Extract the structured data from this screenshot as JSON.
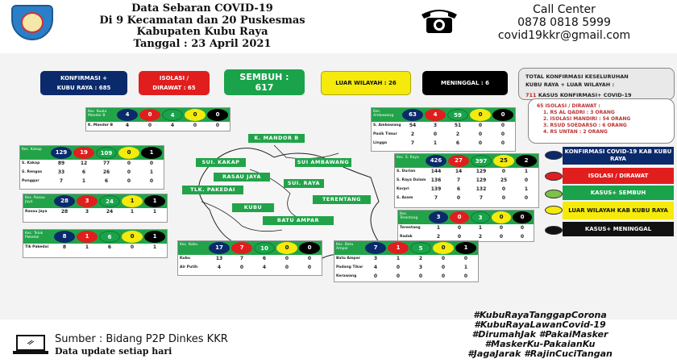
{
  "header": {
    "title_lines": [
      "Data Sebaran COVID-19",
      "Di 9 Kecamatan dan 20 Puskesmas",
      "Kabupaten Kubu Raya",
      "Tanggal : 23 April 2021"
    ],
    "call_center": {
      "label": "Call Center",
      "phone": "0878 0818 5999",
      "email": "covid19kkr@gmail.com"
    }
  },
  "summary": {
    "konfirmasi": {
      "line1": "KONFIRMASI +",
      "line2": "KUBU RAYA : 685",
      "color": "#0b2a6b"
    },
    "isolasi": {
      "line1": "ISOLASI /",
      "line2": "DIRAWAT : 65",
      "color": "#e01e1e"
    },
    "sembuh": {
      "line1": "SEMBUH :",
      "line2": "617",
      "color": "#1aa34a"
    },
    "luar": {
      "label": "LUAR WILAYAH : 26",
      "color": "#f5ea0c"
    },
    "meninggal": {
      "label": "MENINGGAL : 6",
      "color": "#000000"
    }
  },
  "total": {
    "line1": "TOTAL KONFIRMASI KESELURUHAN",
    "line2": "KUBU RAYA + LUAR WILAYAH :",
    "count": "711",
    "line3": "KASUS KONFIRMASI+ COVID-19"
  },
  "isolasi_detail": {
    "title": "65 ISOLASI / DIRAWAT :",
    "items": [
      "1.  RS AL QADRI : 3 ORANG",
      "2.  ISOLASI MANDIRI : 54 ORANG",
      "3.  RSUD SOEDARSO : 6 ORANG",
      "4.  RS UNTAN : 2 ORANG"
    ]
  },
  "legend": [
    {
      "label": "KONFIRMASI COVID-19 KAB KUBU RAYA",
      "color": "#0b2a6b",
      "dot": "#0b2a6b"
    },
    {
      "label": "ISOLASI / DIRAWAT",
      "color": "#e01e1e",
      "dot": "#e01e1e"
    },
    {
      "label": "KASUS+ SEMBUH",
      "color": "#1aa34a",
      "dot": "#7cc24a"
    },
    {
      "label": "LUAR WILAYAH KAB KUBU RAYA",
      "color": "#f5ea0c",
      "dot": "#f5ea0c"
    },
    {
      "label": "KASUS+ MENINGGAL",
      "color": "#111111",
      "dot": "#111111"
    }
  ],
  "kecamatan": [
    {
      "name": "Kec. Kuala Mandor B",
      "totals": [
        "4",
        "0",
        "4",
        "0",
        "0"
      ],
      "rows": [
        {
          "name": "K. Mandor B",
          "v": [
            "4",
            "0",
            "4",
            "0",
            "0"
          ]
        }
      ]
    },
    {
      "name": "Kec. Ambawang",
      "totals": [
        "63",
        "4",
        "59",
        "0",
        "0"
      ],
      "rows": [
        {
          "name": "S. Ambawang",
          "v": [
            "54",
            "3",
            "51",
            "0",
            "0"
          ]
        },
        {
          "name": "Pasik Timur",
          "v": [
            "2",
            "0",
            "2",
            "0",
            "0"
          ]
        },
        {
          "name": "Lingga",
          "v": [
            "7",
            "1",
            "6",
            "0",
            "0"
          ]
        }
      ]
    },
    {
      "name": "Kec. Kakap",
      "totals": [
        "129",
        "19",
        "109",
        "0",
        "1"
      ],
      "rows": [
        {
          "name": "S. Kakap",
          "v": [
            "89",
            "12",
            "77",
            "0",
            "0"
          ]
        },
        {
          "name": "S. Rengas",
          "v": [
            "33",
            "6",
            "26",
            "0",
            "1"
          ]
        },
        {
          "name": "Punggur",
          "v": [
            "7",
            "1",
            "6",
            "0",
            "0"
          ]
        }
      ]
    },
    {
      "name": "Kec. S. Raya",
      "totals": [
        "426",
        "27",
        "397",
        "25",
        "2"
      ],
      "rows": [
        {
          "name": "S. Durian",
          "v": [
            "144",
            "14",
            "129",
            "0",
            "1"
          ]
        },
        {
          "name": "S. Raya Dalam",
          "v": [
            "136",
            "7",
            "129",
            "25",
            "0"
          ]
        },
        {
          "name": "Korpri",
          "v": [
            "139",
            "6",
            "132",
            "0",
            "1"
          ]
        },
        {
          "name": "S. Asam",
          "v": [
            "7",
            "0",
            "7",
            "0",
            "0"
          ]
        }
      ]
    },
    {
      "name": "Kec. Rasau Jaya",
      "totals": [
        "28",
        "3",
        "24",
        "1",
        "1"
      ],
      "rows": [
        {
          "name": "Rasau Jaya",
          "v": [
            "28",
            "3",
            "24",
            "1",
            "1"
          ]
        }
      ]
    },
    {
      "name": "Kec. Terentang",
      "totals": [
        "3",
        "0",
        "3",
        "0",
        "0"
      ],
      "rows": [
        {
          "name": "Terentang",
          "v": [
            "1",
            "0",
            "1",
            "0",
            "0"
          ]
        },
        {
          "name": "Radak",
          "v": [
            "2",
            "0",
            "2",
            "0",
            "0"
          ]
        }
      ]
    },
    {
      "name": "Kec. Teluk Pakedai",
      "totals": [
        "8",
        "1",
        "6",
        "0",
        "1"
      ],
      "rows": [
        {
          "name": "Tlk Pakedai",
          "v": [
            "8",
            "1",
            "6",
            "0",
            "1"
          ]
        }
      ]
    },
    {
      "name": "Kec. Kubu",
      "totals": [
        "17",
        "7",
        "10",
        "0",
        "0"
      ],
      "rows": [
        {
          "name": "Kubu",
          "v": [
            "13",
            "7",
            "6",
            "0",
            "0"
          ]
        },
        {
          "name": "Air Putih",
          "v": [
            "4",
            "0",
            "4",
            "0",
            "0"
          ]
        }
      ]
    },
    {
      "name": "Kec. Batu Ampar",
      "totals": [
        "7",
        "1",
        "5",
        "0",
        "1"
      ],
      "rows": [
        {
          "name": "Batu Ampar",
          "v": [
            "3",
            "1",
            "2",
            "0",
            "0"
          ]
        },
        {
          "name": "Padang Tikar",
          "v": [
            "4",
            "0",
            "3",
            "0",
            "1"
          ]
        },
        {
          "name": "Kerawang",
          "v": [
            "0",
            "0",
            "0",
            "0",
            "0"
          ]
        }
      ]
    }
  ],
  "map_labels": [
    "K. MANDOR B",
    "SUI. KAKAP",
    "SUI AMBAWANG",
    "RASAU JAYA",
    "SUI. RAYA",
    "TLK. PAKEDAI",
    "TERENTANG",
    "KUBU",
    "BATU AMPAR"
  ],
  "footer": {
    "source": "Sumber : Bidang P2P Dinkes KKR",
    "update": "Data update setiap hari"
  },
  "hashtags": [
    "#KubuRayaTanggapCorona",
    "#KubuRayaLawanCovid-19",
    "#DirumahJak #PakaiMasker",
    "#MaskerKu-PakaianKu",
    "#JagaJarak #RajinCuciTangan"
  ]
}
